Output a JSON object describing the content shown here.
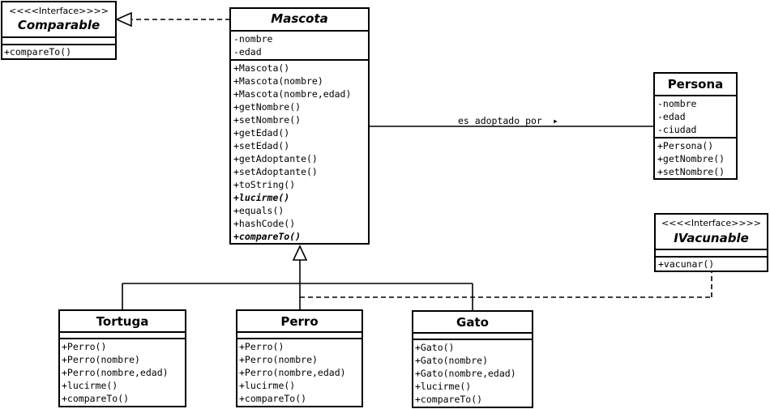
{
  "classes": {
    "comparable": {
      "stereotype": "<<<<Interface>>>>",
      "name": "Comparable",
      "attributes": [],
      "methods": [
        "+compareTo()"
      ]
    },
    "mascota": {
      "name": "Mascota",
      "attributes": [
        "-nombre",
        "-edad"
      ],
      "methods": [
        "+Mascota()",
        "+Mascota(nombre)",
        "+Mascota(nombre,edad)",
        "+getNombre()",
        "+setNombre()",
        "+getEdad()",
        "+setEdad()",
        "+getAdoptante()",
        "+setAdoptante()",
        "+toString()",
        "+lucirme()",
        "+equals()",
        "+hashCode()",
        "+compareTo()"
      ],
      "abstract_methods": [
        "+lucirme()",
        "+compareTo()"
      ]
    },
    "persona": {
      "name": "Persona",
      "attributes": [
        "-nombre",
        "-edad",
        "-ciudad"
      ],
      "methods": [
        "+Persona()",
        "+getNombre()",
        "+setNombre()"
      ]
    },
    "ivacunable": {
      "stereotype": "<<<<Interface>>>>",
      "name": "IVacunable",
      "attributes": [],
      "methods": [
        "+vacunar()"
      ]
    },
    "tortuga": {
      "name": "Tortuga",
      "attributes": [],
      "methods": [
        "+Perro()",
        "+Perro(nombre)",
        "+Perro(nombre,edad)",
        "+lucirme()",
        "+compareTo()"
      ]
    },
    "perro": {
      "name": "Perro",
      "attributes": [],
      "methods": [
        "+Perro()",
        "+Perro(nombre)",
        "+Perro(nombre,edad)",
        "+lucirme()",
        "+compareTo()"
      ]
    },
    "gato": {
      "name": "Gato",
      "attributes": [],
      "methods": [
        "+Gato()",
        "+Gato(nombre)",
        "+Gato(nombre,edad)",
        "+lucirme()",
        "+compareTo()"
      ]
    }
  },
  "association": {
    "label": "es adoptado por",
    "arrow_glyph": "▸"
  }
}
